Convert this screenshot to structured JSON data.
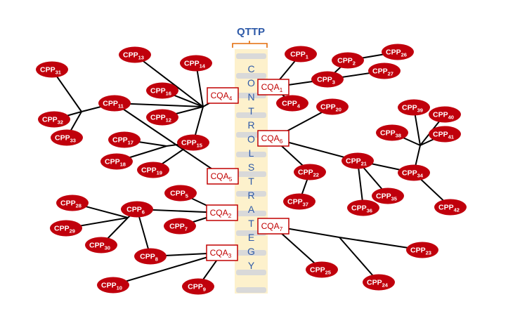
{
  "title": "QTTP",
  "spine_letters": [
    "C",
    "O",
    "N",
    "T",
    "R",
    "O",
    "L",
    "S",
    "T",
    "R",
    "A",
    "T",
    "E",
    "G",
    "Y"
  ],
  "colors": {
    "cpp_fill": "#c0000c",
    "cqa_border": "#c00000",
    "spine_text": "#2e5aa8",
    "bracket": "#e36c09",
    "spine_fill": "#fdf1cc",
    "vertebra": "#d9d9d9"
  },
  "cqas": [
    {
      "id": "cqa1",
      "base": "CQA",
      "sub": "1"
    },
    {
      "id": "cqa2",
      "base": "CQA",
      "sub": "2"
    },
    {
      "id": "cqa3",
      "base": "CQA",
      "sub": "3"
    },
    {
      "id": "cqa4",
      "base": "CQA",
      "sub": "4"
    },
    {
      "id": "cqa5",
      "base": "CQA",
      "sub": "5"
    },
    {
      "id": "cqa6",
      "base": "CQA",
      "sub": "6"
    },
    {
      "id": "cqa7",
      "base": "CQA",
      "sub": "7"
    }
  ],
  "cpps": [
    {
      "id": "p1",
      "base": "CPP",
      "sub": "1"
    },
    {
      "id": "p2",
      "base": "CPP",
      "sub": "2"
    },
    {
      "id": "p3",
      "base": "CPP",
      "sub": "3"
    },
    {
      "id": "p4",
      "base": "CPP",
      "sub": "4"
    },
    {
      "id": "p5",
      "base": "CPP",
      "sub": "5"
    },
    {
      "id": "p6",
      "base": "CPP",
      "sub": "6"
    },
    {
      "id": "p7",
      "base": "CPP",
      "sub": "7"
    },
    {
      "id": "p8",
      "base": "CPP",
      "sub": "8"
    },
    {
      "id": "p9",
      "base": "CPP",
      "sub": "9"
    },
    {
      "id": "p10",
      "base": "CPP",
      "sub": "10"
    },
    {
      "id": "p11",
      "base": "CPP",
      "sub": "11"
    },
    {
      "id": "p12",
      "base": "CPP",
      "sub": "12"
    },
    {
      "id": "p13",
      "base": "CPP",
      "sub": "13"
    },
    {
      "id": "p14",
      "base": "CPP",
      "sub": "14"
    },
    {
      "id": "p15",
      "base": "CPP",
      "sub": "15"
    },
    {
      "id": "p16",
      "base": "CPP",
      "sub": "16"
    },
    {
      "id": "p17",
      "base": "CPP",
      "sub": "17"
    },
    {
      "id": "p18",
      "base": "CPP",
      "sub": "18"
    },
    {
      "id": "p19",
      "base": "CPP",
      "sub": "19"
    },
    {
      "id": "p20",
      "base": "CPP",
      "sub": "20"
    },
    {
      "id": "p21",
      "base": "CPP",
      "sub": "21"
    },
    {
      "id": "p22",
      "base": "CPP",
      "sub": "22"
    },
    {
      "id": "p23",
      "base": "CPP",
      "sub": "23"
    },
    {
      "id": "p24",
      "base": "CPP",
      "sub": "24"
    },
    {
      "id": "p25",
      "base": "CPP",
      "sub": "25"
    },
    {
      "id": "p26",
      "base": "CPP",
      "sub": "26"
    },
    {
      "id": "p27",
      "base": "CPP",
      "sub": "27"
    },
    {
      "id": "p28",
      "base": "CPP",
      "sub": "28"
    },
    {
      "id": "p29",
      "base": "CPP",
      "sub": "29"
    },
    {
      "id": "p30",
      "base": "CPP",
      "sub": "30"
    },
    {
      "id": "p31",
      "base": "CPP",
      "sub": "31"
    },
    {
      "id": "p32",
      "base": "CPP",
      "sub": "32"
    },
    {
      "id": "p33",
      "base": "CPP",
      "sub": "33"
    },
    {
      "id": "p34",
      "base": "CPP",
      "sub": "34"
    },
    {
      "id": "p35",
      "base": "CPP",
      "sub": "35"
    },
    {
      "id": "p36",
      "base": "CPP",
      "sub": "36"
    },
    {
      "id": "p37",
      "base": "CPP",
      "sub": "37"
    },
    {
      "id": "p38",
      "base": "CPP",
      "sub": "38"
    },
    {
      "id": "p39",
      "base": "CPP",
      "sub": "39"
    },
    {
      "id": "p40",
      "base": "CPP",
      "sub": "40"
    },
    {
      "id": "p41",
      "base": "CPP",
      "sub": "41"
    },
    {
      "id": "p42",
      "base": "CPP",
      "sub": "42"
    }
  ]
}
